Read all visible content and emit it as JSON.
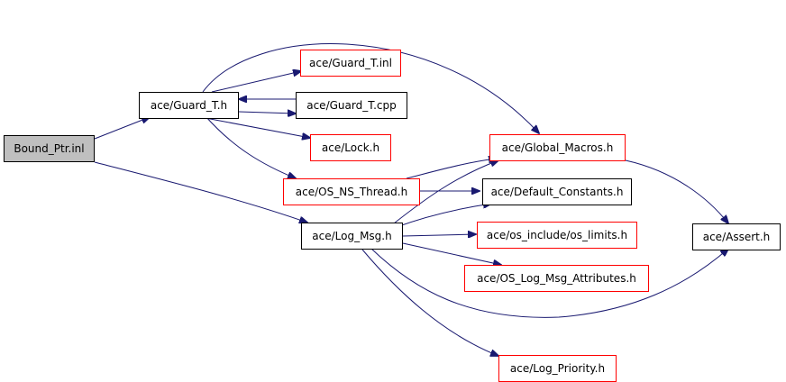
{
  "diagram": {
    "nodes": {
      "bound_ptr": "Bound_Ptr.inl",
      "guard_t_h": "ace/Guard_T.h",
      "guard_t_inl": "ace/Guard_T.inl",
      "guard_t_cpp": "ace/Guard_T.cpp",
      "lock_h": "ace/Lock.h",
      "global_macros": "ace/Global_Macros.h",
      "os_ns_thread": "ace/OS_NS_Thread.h",
      "default_constants": "ace/Default_Constants.h",
      "log_msg": "ace/Log_Msg.h",
      "os_limits": "ace/os_include/os_limits.h",
      "assert_h": "ace/Assert.h",
      "os_log_msg_attributes": "ace/OS_Log_Msg_Attributes.h",
      "log_priority": "ace/Log_Priority.h"
    },
    "colors": {
      "edge": "#191970",
      "border_documented": "#000000",
      "border_undocumented": "#ff0000",
      "root_fill": "#bfbfbf"
    }
  }
}
